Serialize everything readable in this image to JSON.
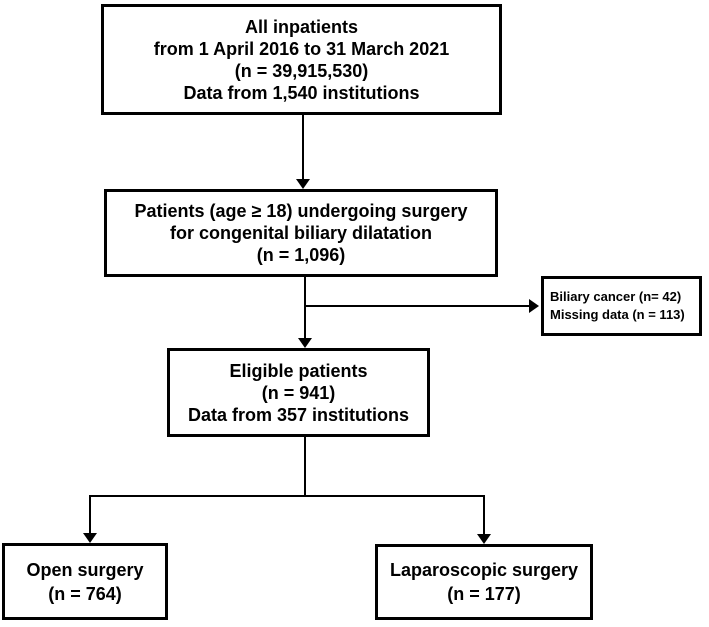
{
  "colors": {
    "line": "#000000",
    "background": "#ffffff",
    "text": "#000000"
  },
  "flowchart": {
    "box_all_inpatients": {
      "lines": [
        "All inpatients",
        "from 1 April 2016 to 31 March 2021",
        "(n = 39,915,530)",
        "Data from 1,540 institutions"
      ]
    },
    "box_surgery_patients": {
      "lines": [
        "Patients (age ≥ 18) undergoing surgery",
        "for congenital biliary dilatation",
        "(n = 1,096)"
      ]
    },
    "box_excluded": {
      "lines": [
        "Biliary cancer (n= 42)",
        "Missing data (n = 113)"
      ]
    },
    "box_eligible": {
      "lines": [
        "Eligible patients",
        "(n = 941)",
        "Data from 357 institutions"
      ]
    },
    "box_open_surgery": {
      "lines": [
        "Open surgery",
        "(n = 764)"
      ]
    },
    "box_laparoscopic_surgery": {
      "lines": [
        "Laparoscopic surgery",
        "(n = 177)"
      ]
    }
  }
}
